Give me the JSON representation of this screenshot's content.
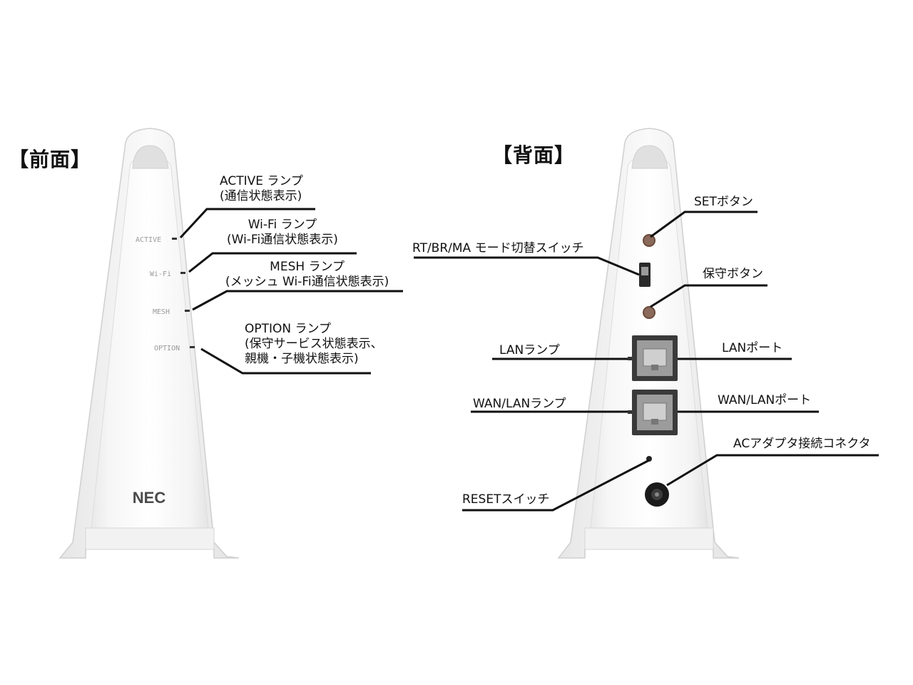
{
  "front": {
    "heading": "【前面】",
    "logo": "NEC",
    "panel_labels": [
      "ACTIVE",
      "Wi-Fi",
      "MESH",
      "OPTION"
    ],
    "callouts": {
      "active": [
        "ACTIVE ランプ",
        "(通信状態表示)"
      ],
      "wifi": [
        "Wi-Fi ランプ",
        "(Wi-Fi通信状態表示)"
      ],
      "mesh": [
        "MESH ランプ",
        "(メッシュ Wi-Fi通信状態表示)"
      ],
      "option": [
        "OPTION ランプ",
        "(保守サービス状態表示、",
        "親機・子機状態表示)"
      ]
    }
  },
  "back": {
    "heading": "【背面】",
    "callouts": {
      "set_button": "SETボタン",
      "mode_switch": "RT/BR/MA モード切替スイッチ",
      "maint_button": "保守ボタン",
      "lan_lamp": "LANランプ",
      "lan_port": "LANポート",
      "wanlan_lamp": "WAN/LANランプ",
      "wanlan_port": "WAN/LANポート",
      "ac_connector": "ACアダプタ接続コネクタ",
      "reset_switch": "RESETスイッチ"
    }
  }
}
